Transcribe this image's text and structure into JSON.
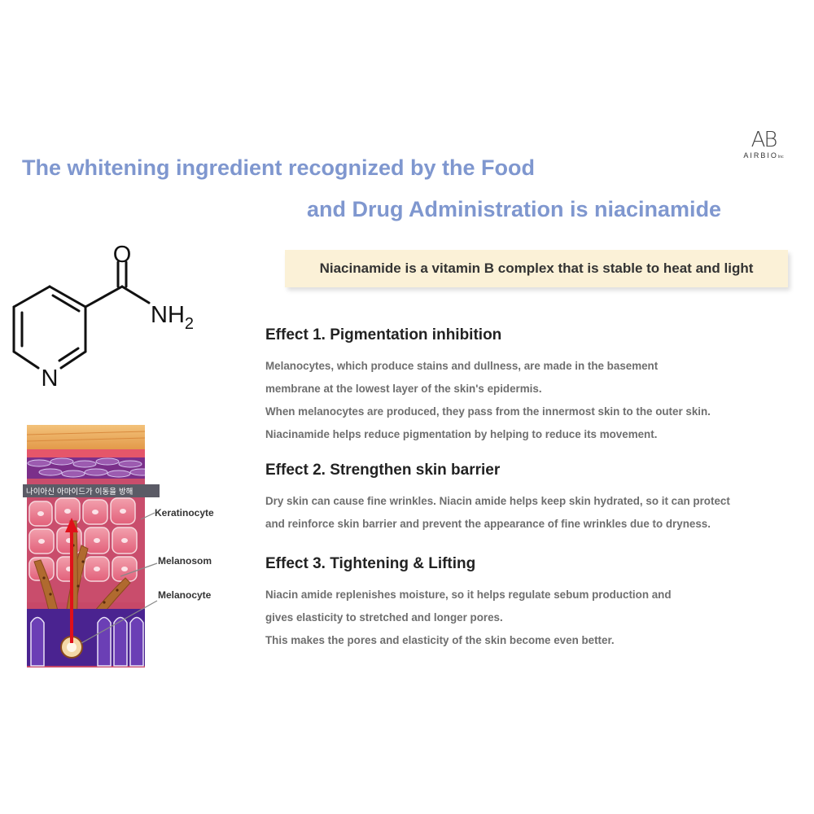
{
  "logo": {
    "mark": "AB",
    "name": "AIRBIO",
    "suffix": "Inc"
  },
  "title": {
    "line1": "The whitening ingredient recognized by the Food",
    "line2": "and Drug Administration is niacinamide"
  },
  "molecule": {
    "oxygen": "O",
    "amine": "NH",
    "amine_sub": "2",
    "nitrogen": "N"
  },
  "banner": {
    "text": "Niacinamide is a vitamin B complex that is stable to heat and light"
  },
  "effects": [
    {
      "title": "Effect 1. Pigmentation inhibition",
      "lines": [
        "Melanocytes, which produce stains and dullness, are made in the basement",
        "membrane at the lowest layer of the skin's epidermis.",
        "When melanocytes are produced, they pass from the innermost skin to the outer skin.",
        "Niacinamide helps reduce pigmentation by helping to reduce its movement."
      ]
    },
    {
      "title": "Effect 2. Strengthen skin barrier",
      "lines": [
        "Dry skin can cause fine wrinkles. Niacin amide helps keep skin hydrated, so it can protect",
        "and reinforce skin barrier and prevent the appearance of fine wrinkles due to dryness."
      ]
    },
    {
      "title": "Effect 3. Tightening & Lifting",
      "lines": [
        "Niacin amide replenishes moisture, so it helps regulate sebum production and",
        "gives elasticity to stretched and longer pores.",
        "This makes the pores and elasticity of the skin become even better."
      ]
    }
  ],
  "skin_diagram": {
    "caption": "나이아신 아마이드가 이동을 방해",
    "labels": [
      "Keratinocyte",
      "Melanosom",
      "Melanocyte"
    ]
  },
  "colors": {
    "title": "#7f97cf",
    "banner_bg": "#fbf1d7",
    "arrow": "#e0101a"
  }
}
